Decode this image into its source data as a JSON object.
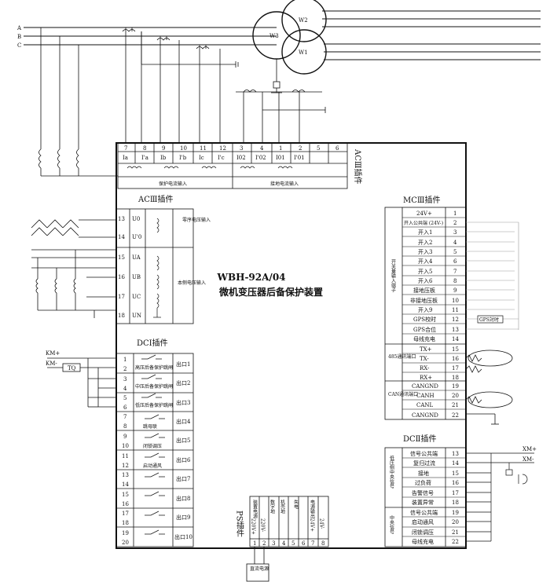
{
  "phases": [
    "A",
    "B",
    "C"
  ],
  "windings": [
    "W2",
    "W3",
    "W1"
  ],
  "aciii_top": {
    "title": "ACⅢ插件",
    "pins": [
      "7",
      "8",
      "9",
      "10",
      "11",
      "12",
      "3",
      "4",
      "1",
      "2",
      "5",
      "6"
    ],
    "signals": [
      "Ia",
      "I'a",
      "Ib",
      "I'b",
      "Ic",
      "I'c",
      "I02",
      "I'02",
      "I01",
      "I'01"
    ],
    "group1": "保护电流输入",
    "group2": "接地电流输入"
  },
  "aciii_left": {
    "title": "ACⅢ插件",
    "pins": [
      "13",
      "14",
      "15",
      "16",
      "17",
      "18"
    ],
    "signals": [
      "U0",
      "U'0",
      "UA",
      "UB",
      "UC",
      "UN"
    ],
    "group1": "零序电压输入",
    "group2": "本侧电压输入"
  },
  "device_title_1": "WBH-92A/04",
  "device_title_2": "微机变压器后备保护装置",
  "dci": {
    "title": "DCⅠ插件",
    "km_pos": "KM+",
    "km_neg": "KM-",
    "tq": "TQ",
    "pins": [
      "1",
      "2",
      "3",
      "4",
      "5",
      "6",
      "7",
      "8",
      "9",
      "10",
      "11",
      "12",
      "13",
      "14",
      "15",
      "16",
      "17",
      "18",
      "19",
      "20"
    ],
    "contacts": [
      "高压后备保护跳闸",
      "中压后备保护跳闸",
      "低压后备保护跳闸",
      "跳母联",
      "闭锁调压",
      "启动通风"
    ],
    "outputs": [
      "出口1",
      "出口2",
      "出口3",
      "出口4",
      "出口5",
      "出口6",
      "出口7",
      "出口8",
      "出口9",
      "出口10"
    ]
  },
  "mciii": {
    "title": "MCⅢ插件",
    "group_io": "开关量输入端子",
    "group_485": "485通讯端口",
    "group_can": "CAN通讯端口",
    "rows": [
      {
        "label": "24V+",
        "pin": "1"
      },
      {
        "label": "开入公共端 (24V-)",
        "pin": "2"
      },
      {
        "label": "开入1",
        "pin": "3"
      },
      {
        "label": "开入2",
        "pin": "4"
      },
      {
        "label": "开入3",
        "pin": "5"
      },
      {
        "label": "开入4",
        "pin": "6"
      },
      {
        "label": "开入5",
        "pin": "7"
      },
      {
        "label": "开入6",
        "pin": "8"
      },
      {
        "label": "接地压板",
        "pin": "9"
      },
      {
        "label": "非接地压板",
        "pin": "10"
      },
      {
        "label": "开入9",
        "pin": "11"
      },
      {
        "label": "GPS校时",
        "pin": "12"
      },
      {
        "label": "GPS合位",
        "pin": "13"
      },
      {
        "label": "母线充电",
        "pin": "14"
      },
      {
        "label": "TX+",
        "pin": "15"
      },
      {
        "label": "TX-",
        "pin": "16"
      },
      {
        "label": "RX-",
        "pin": "17"
      },
      {
        "label": "RX+",
        "pin": "18"
      },
      {
        "label": "CANGND",
        "pin": "19"
      },
      {
        "label": "CANH",
        "pin": "20"
      },
      {
        "label": "CANL",
        "pin": "21"
      },
      {
        "label": "CANGND",
        "pin": "22"
      }
    ],
    "gps_box": "GPS対时"
  },
  "dcii": {
    "title": "DCⅡ插件",
    "km_pos": "XM+",
    "km_neg": "XM-",
    "group1": "低压侧中央信号",
    "group2": "中央信号",
    "rows": [
      {
        "label": "信号公共端",
        "pin": "13"
      },
      {
        "label": "复归过流",
        "pin": "14"
      },
      {
        "label": "接地",
        "pin": "15"
      },
      {
        "label": "过负荷",
        "pin": "16"
      },
      {
        "label": "告警信号",
        "pin": "17"
      },
      {
        "label": "装置异常",
        "pin": "18"
      },
      {
        "label": "信号公共端",
        "pin": "19"
      },
      {
        "label": "启动通风",
        "pin": "20"
      },
      {
        "label": "闭锁调压",
        "pin": "21"
      },
      {
        "label": "母线充电",
        "pin": "22"
      }
    ]
  },
  "ps": {
    "title": "PS插件",
    "cols": [
      {
        "label": "220V+",
        "pin": "1"
      },
      {
        "label": "220V-",
        "pin": "2"
      },
      {
        "label": "",
        "pin": "3"
      },
      {
        "label": "",
        "pin": "4"
      },
      {
        "label": "",
        "pin": "5"
      },
      {
        "label": "",
        "pin": "6"
      },
      {
        "label": "24V+",
        "pin": "7"
      },
      {
        "label": "24V-",
        "pin": "8"
      }
    ],
    "grp_power": "装置电源",
    "grp_gnd": "数字地",
    "grp_shell": "机壳地",
    "grp_fail": "失电",
    "grp_out": "电源输出",
    "bottom_label": "直流电源"
  }
}
